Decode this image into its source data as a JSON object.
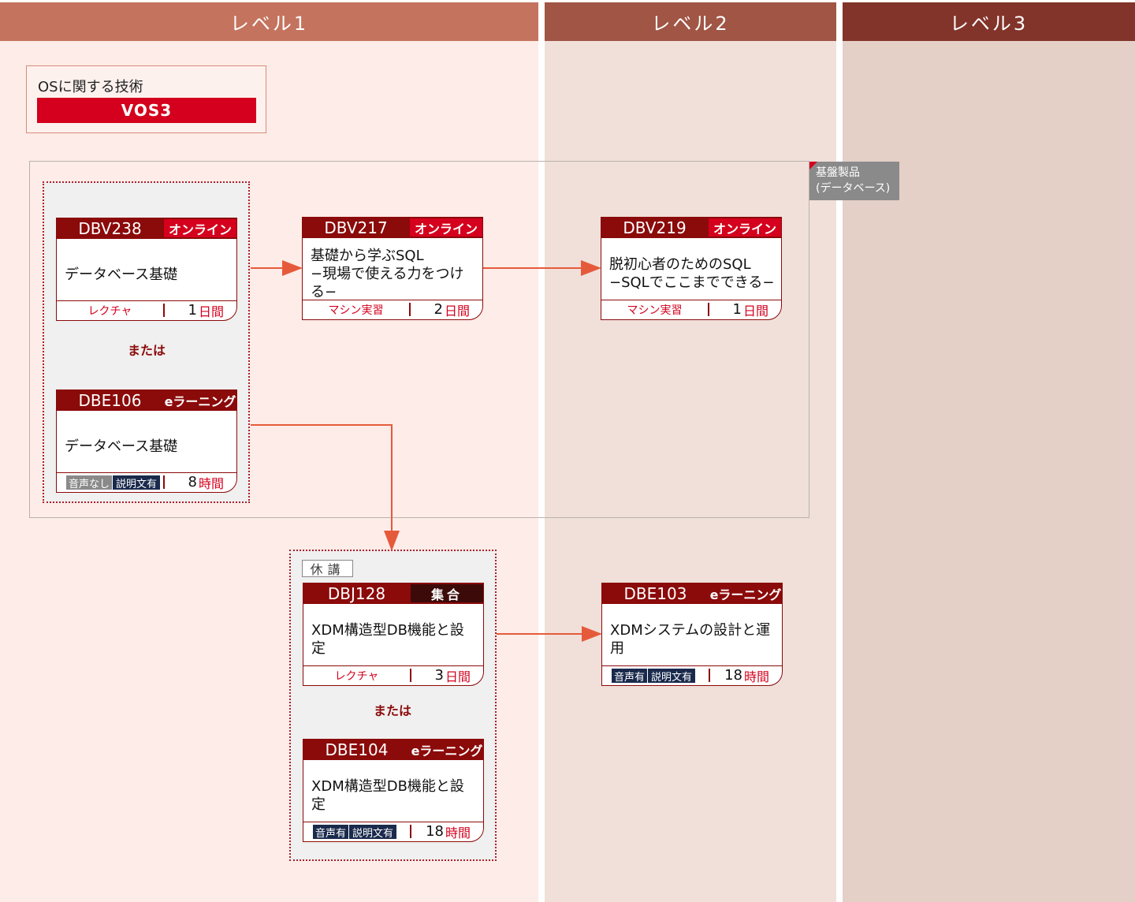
{
  "levels": [
    {
      "label": "レベル1",
      "head_color": "#c4735e",
      "bg_color": "#fdece7"
    },
    {
      "label": "レベル2",
      "head_color": "#a05545",
      "bg_color": "#f0e0d9"
    },
    {
      "label": "レベル3",
      "head_color": "#82342a",
      "bg_color": "#e4d0c7"
    }
  ],
  "os": {
    "label": "OSに関する技術",
    "name": "VOS3"
  },
  "group_tag": {
    "line1": "基盤製品",
    "line2": "(データベース)"
  },
  "or_text": "または",
  "suspended_label": "休講",
  "colors": {
    "dark_red": "#8b0a0a",
    "bright_red": "#d4001d",
    "arrow": "#e65a3c",
    "navy": "#1a2a4c",
    "gray": "#8a8a8a"
  },
  "courses": {
    "dbv238": {
      "code": "DBV238",
      "type": "オンライン",
      "title1": "データベース基礎",
      "title2": "",
      "method": "レクチャ",
      "dur": "1",
      "unit": "日間"
    },
    "dbe106": {
      "code": "DBE106",
      "type": "eラーニング",
      "title1": "データベース基礎",
      "title2": "",
      "badge_a": "音声なし",
      "badge_b": "説明文有",
      "dur": "8",
      "unit": "時間"
    },
    "dbv217": {
      "code": "DBV217",
      "type": "オンライン",
      "title1": "基礎から学ぶSQL",
      "title2": "−現場で使える力をつける−",
      "method": "マシン実習",
      "dur": "2",
      "unit": "日間"
    },
    "dbv219": {
      "code": "DBV219",
      "type": "オンライン",
      "title1": "脱初心者のためのSQL",
      "title2": "−SQLでここまでできる−",
      "method": "マシン実習",
      "dur": "1",
      "unit": "日間"
    },
    "dbj128": {
      "code": "DBJ128",
      "type": "集合",
      "title1": "XDM構造型DB機能と設定",
      "title2": "",
      "method": "レクチャ",
      "dur": "3",
      "unit": "日間"
    },
    "dbe104": {
      "code": "DBE104",
      "type": "eラーニング",
      "title1": "XDM構造型DB機能と設定",
      "title2": "",
      "badge_a": "音声有",
      "badge_b": "説明文有",
      "dur": "18",
      "unit": "時間"
    },
    "dbe103": {
      "code": "DBE103",
      "type": "eラーニング",
      "title1": "XDMシステムの設計と運用",
      "title2": "",
      "badge_a": "音声有",
      "badge_b": "説明文有",
      "dur": "18",
      "unit": "時間"
    }
  }
}
